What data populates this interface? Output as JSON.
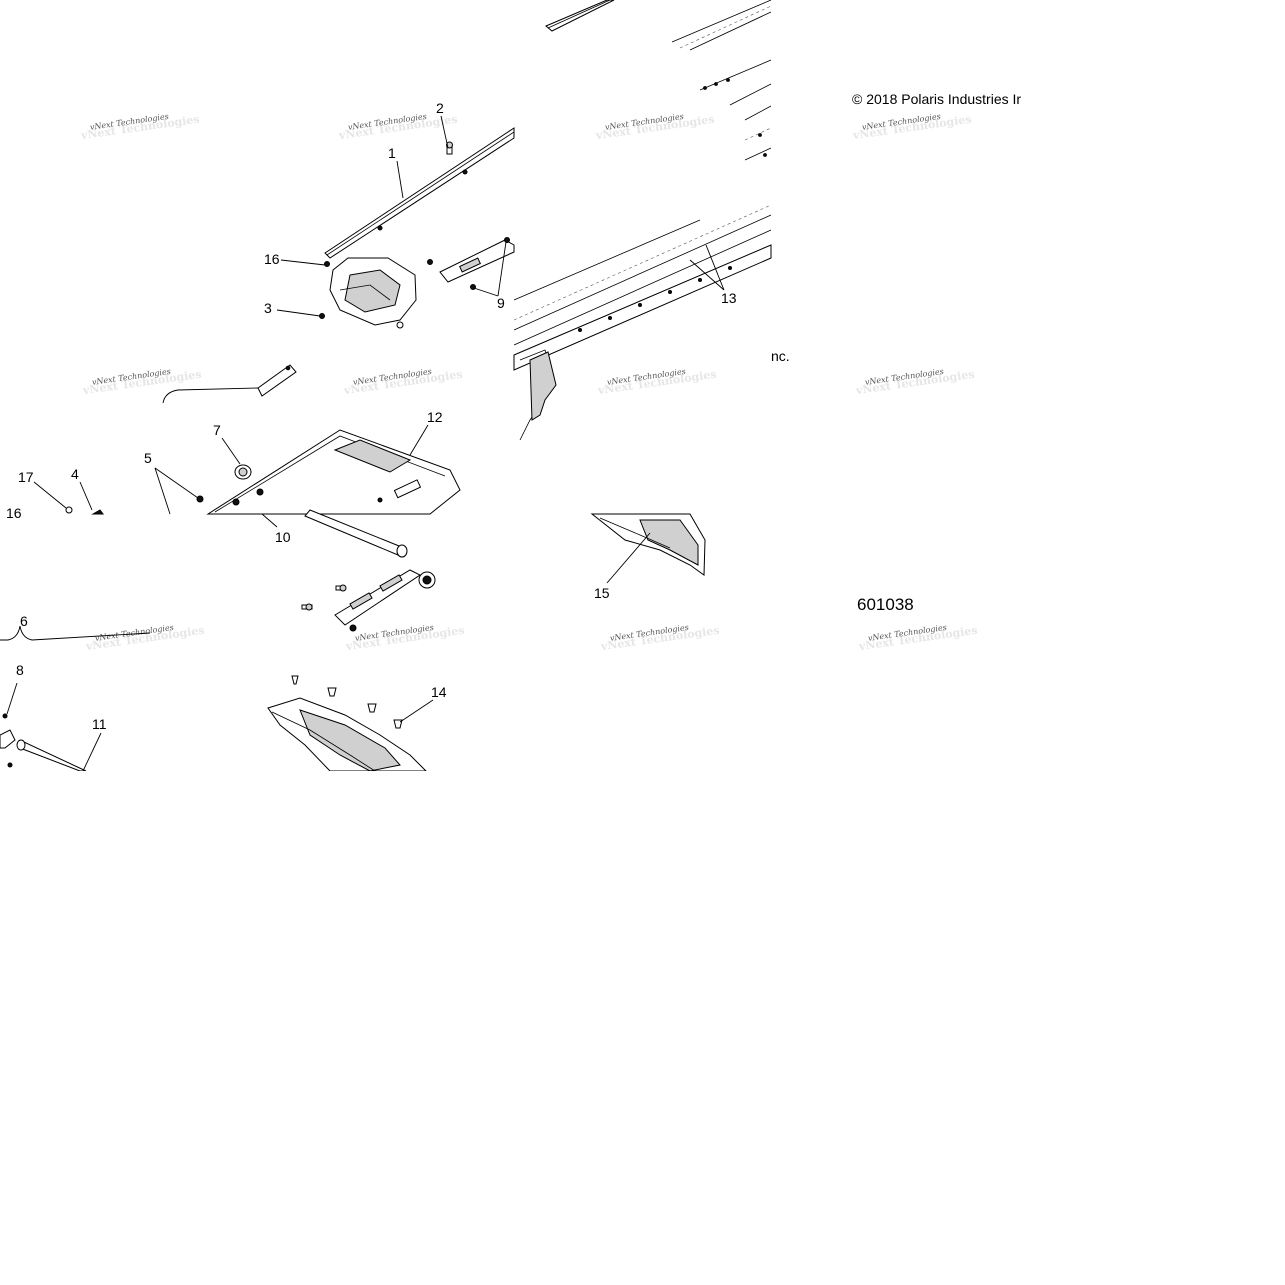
{
  "copyright": {
    "line1": "© 2018 Polaris Industries Ir",
    "line2": "nc."
  },
  "reference_number": "601038",
  "watermark": {
    "text": "vNext Technologies"
  },
  "callouts": [
    {
      "id": "c1",
      "label": "1"
    },
    {
      "id": "c2",
      "label": "2"
    },
    {
      "id": "c3",
      "label": "3"
    },
    {
      "id": "c4",
      "label": "4"
    },
    {
      "id": "c5",
      "label": "5"
    },
    {
      "id": "c6",
      "label": "6"
    },
    {
      "id": "c7",
      "label": "7"
    },
    {
      "id": "c8",
      "label": "8"
    },
    {
      "id": "c9",
      "label": "9"
    },
    {
      "id": "c10",
      "label": "10"
    },
    {
      "id": "c11",
      "label": "11"
    },
    {
      "id": "c12",
      "label": "12"
    },
    {
      "id": "c13",
      "label": "13"
    },
    {
      "id": "c14",
      "label": "14"
    },
    {
      "id": "c15",
      "label": "15"
    },
    {
      "id": "c16a",
      "label": "16"
    },
    {
      "id": "c16b",
      "label": "16"
    },
    {
      "id": "c17",
      "label": "17"
    }
  ]
}
